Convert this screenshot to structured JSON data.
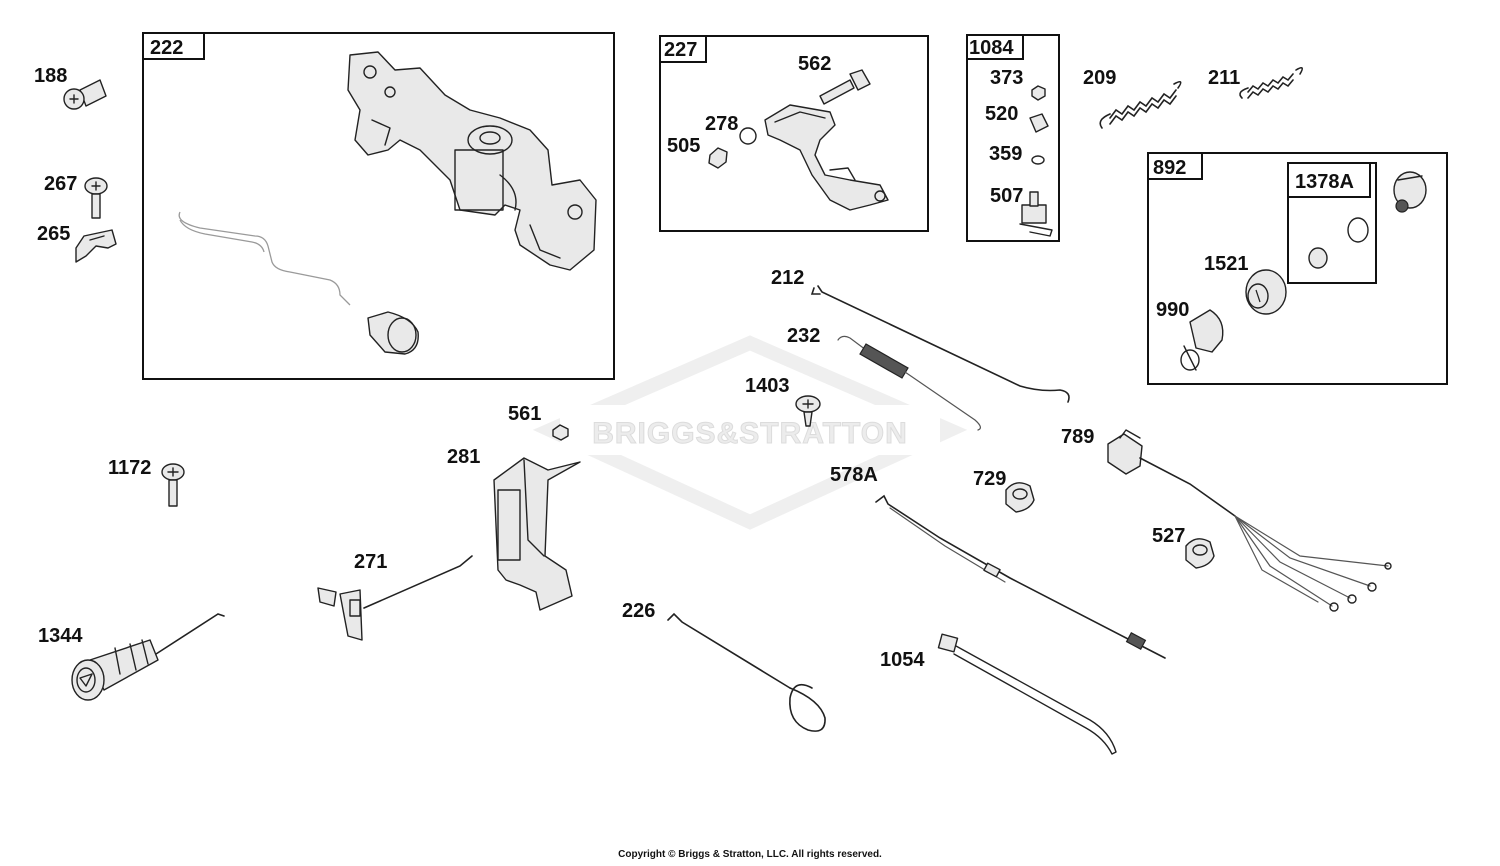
{
  "watermark": {
    "text": "BRIGGS&STRATTON",
    "color": "#ececec"
  },
  "copyright": "Copyright © Briggs & Stratton, LLC. All rights reserved.",
  "boxes": {
    "b222": "222",
    "b227": "227",
    "b1084": "1084",
    "b892": "892",
    "b1378a": "1378A"
  },
  "labels": {
    "p188": "188",
    "p267": "267",
    "p265": "265",
    "p562": "562",
    "p278": "278",
    "p505": "505",
    "p373": "373",
    "p520": "520",
    "p359": "359",
    "p507": "507",
    "p209": "209",
    "p211": "211",
    "p1521": "1521",
    "p990": "990",
    "p212": "212",
    "p232": "232",
    "p1403": "1403",
    "p561": "561",
    "p281": "281",
    "p1172": "1172",
    "p271": "271",
    "p1344": "1344",
    "p226": "226",
    "p578a": "578A",
    "p729": "729",
    "p789": "789",
    "p527": "527",
    "p1054": "1054"
  },
  "icons": [
    "bolt-icon",
    "spring-icon",
    "clip-icon",
    "nut-icon",
    "washer-icon",
    "wire-harness-icon",
    "bracket-icon",
    "cable-tie-icon",
    "knob-icon",
    "switch-icon",
    "rod-icon"
  ]
}
